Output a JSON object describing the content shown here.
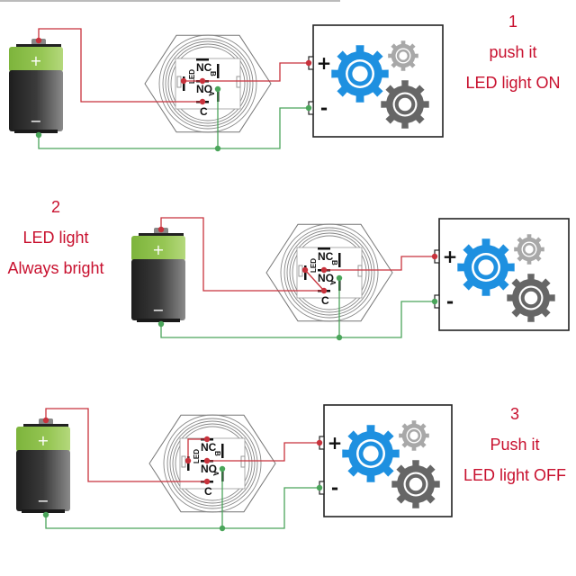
{
  "diagrams": [
    {
      "number": "1",
      "caption_lines": [
        "push it",
        "LED light ON"
      ],
      "led_wiring": "NO"
    },
    {
      "number": "2",
      "caption_lines": [
        "LED light",
        "Always bright"
      ],
      "led_wiring": "C"
    },
    {
      "number": "3",
      "caption_lines": [
        "Push it",
        "LED light OFF"
      ],
      "led_wiring": "NC"
    }
  ],
  "battery": {
    "plus_label": "+",
    "minus_label": "−"
  },
  "switch_pins": {
    "nc": "NC",
    "no": "NO",
    "c": "C",
    "led": "LED",
    "a": "A",
    "b": "B"
  },
  "load": {
    "plus_label": "+",
    "minus_label": "-"
  },
  "colors": {
    "positive_wire": "#c8323c",
    "negative_wire": "#4aa55a",
    "caption": "#c8102e",
    "battery_top": "#8cc04a",
    "battery_body": "#2a2a2a",
    "gear_primary": "#1e90e0",
    "gear_light": "#a8a8a8",
    "gear_dark": "#666666"
  }
}
